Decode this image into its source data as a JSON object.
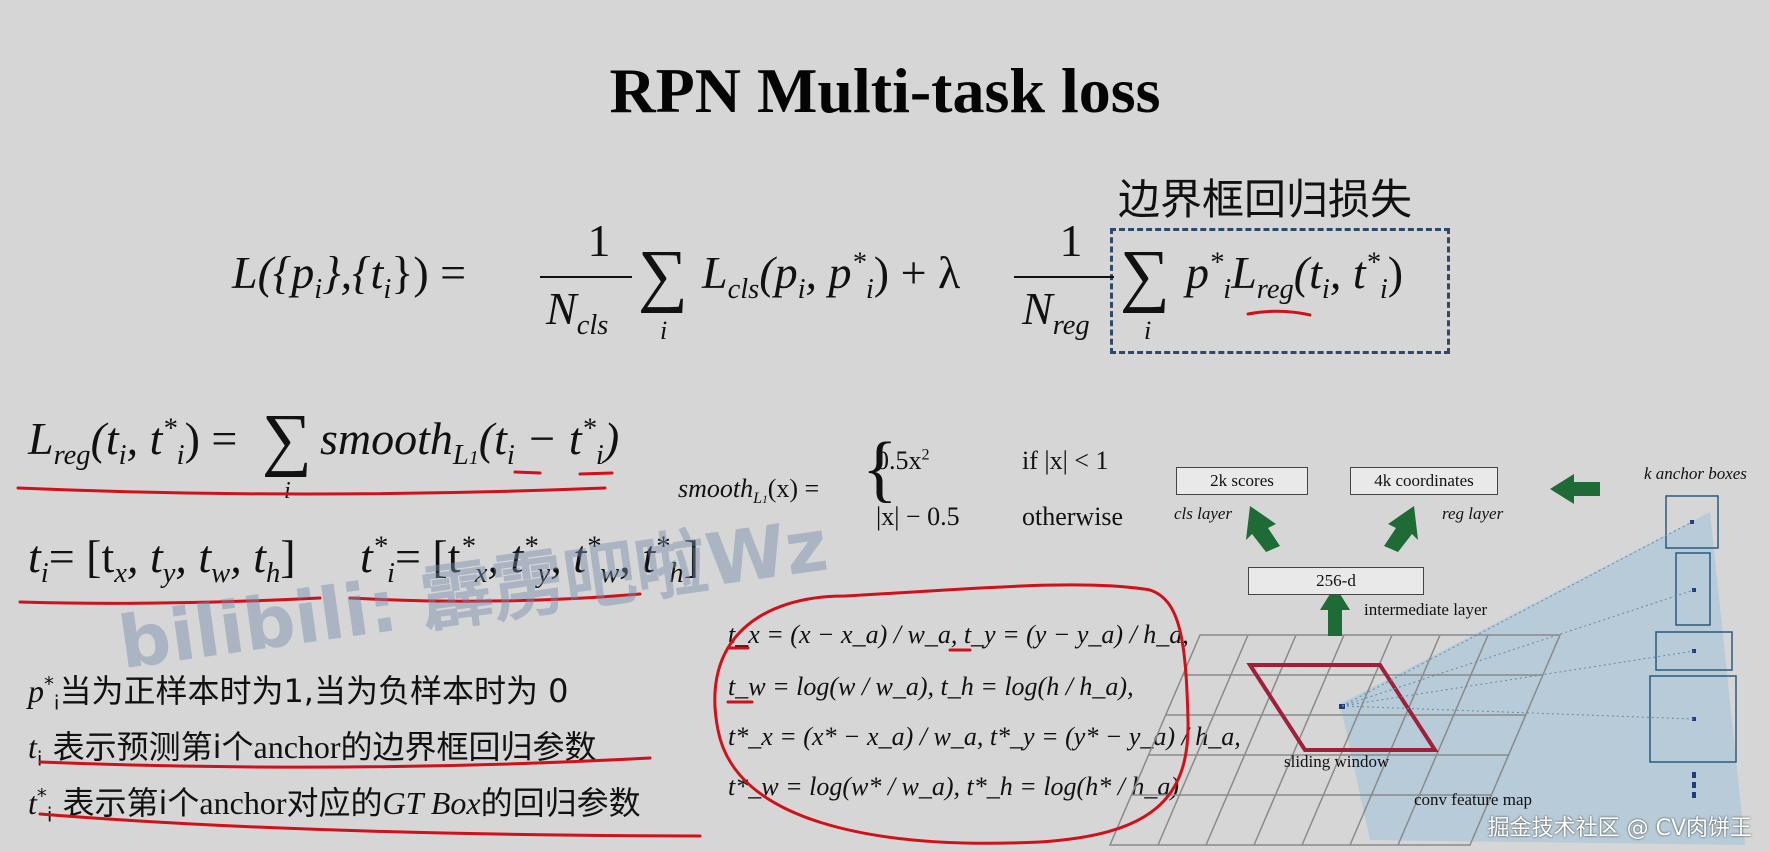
{
  "slide": {
    "title": "RPN Multi-task loss",
    "bbox_regression_label": "边界框回归损失"
  },
  "main_formula": {
    "lhs": "L({p",
    "lhs_i1": "i",
    "lhs_mid": "},{t",
    "lhs_i2": "i",
    "lhs_end": "}) =",
    "frac1_num": "1",
    "frac1_den": "N",
    "frac1_den_sub": "cls",
    "sum1": "∑",
    "sum1_sub": "i",
    "lcls": "L",
    "lcls_sub": "cls",
    "lcls_args": "(p",
    "lcls_args_i": "i",
    "lcls_args_mid": ", p",
    "lcls_args_star": "*",
    "lcls_args_i2": "i",
    "lcls_args_end": ") + λ",
    "frac2_num": "1",
    "frac2_den": "N",
    "frac2_den_sub": "reg",
    "sum2": "∑",
    "sum2_sub": "i",
    "p": "p",
    "p_star": "*",
    "p_i": "i",
    "lreg": "L",
    "lreg_sub": "reg",
    "lreg_args": "(t",
    "lreg_args_i": "i",
    "lreg_args_mid": ", t",
    "lreg_args_star": "*",
    "lreg_args_i2": "i",
    "lreg_args_end": ")"
  },
  "lreg_formula": {
    "lhs": "L",
    "lhs_sub": "reg",
    "args": "(t",
    "args_i": "i",
    "args_mid": ", t",
    "args_star": "*",
    "args_i2": "i",
    "args_end": ") =",
    "sum": "∑",
    "sum_sub": "i",
    "smooth": "smooth",
    "smooth_sub": "L",
    "smooth_sub2": "1",
    "smooth_args": "(t",
    "smooth_args_i": "i",
    "smooth_args_mid": " − t",
    "smooth_args_star": "*",
    "smooth_args_i2": "i",
    "smooth_args_end": ")"
  },
  "smooth_def": {
    "lhs": "smooth",
    "lhs_sub": "L",
    "lhs_sub2": "1",
    "lhs_args": "(x) =",
    "case1_expr": "0.5x",
    "case1_sup": "2",
    "case1_cond": "if |x| < 1",
    "case2_expr": "|x| − 0.5",
    "case2_cond": "otherwise"
  },
  "t_vectors": {
    "t_lhs": "t",
    "t_sub": "i",
    "t_rhs": "= [t",
    "tx": "x",
    "ty": "y",
    "tw": "w",
    "th": "h",
    "comma_t": ", t",
    "close": "]",
    "ts_lhs": "t",
    "ts_star": "*",
    "ts_sub": "i"
  },
  "param_formulas": {
    "line1": "t_x = (x − x_a) / w_a,  t_y = (y − y_a) / h_a,",
    "line2": "t_w = log(w / w_a),  t_h = log(h / h_a),",
    "line3": "t*_x = (x* − x_a) / w_a, t*_y = (y* − y_a) / h_a,",
    "line4": "t*_w = log(w* / w_a),  t*_h = log(h* / h_a)"
  },
  "descriptions": {
    "d1_sym": "p",
    "d1_star": "*",
    "d1_sub": "i",
    "d1_text": "当为正样本时为1,当为负样本时为 0",
    "d2_sym": "t",
    "d2_sub": "i",
    "d2_text_a": " 表示预测第i个",
    "d2_anchor": "anchor",
    "d2_text_b": "的边界框回归参数",
    "d3_sym": "t",
    "d3_star": "*",
    "d3_sub": "i",
    "d3_text_a": " 表示第i个",
    "d3_anchor": "anchor",
    "d3_text_b": "对应的",
    "d3_gt": "GT Box",
    "d3_text_c": "的回归参数"
  },
  "diagram": {
    "scores": "2k scores",
    "coordinates": "4k coordinates",
    "anchor_boxes": "k anchor boxes",
    "cls_layer": "cls layer",
    "reg_layer": "reg layer",
    "d256": "256-d",
    "intermediate": "intermediate layer",
    "sliding": "sliding window",
    "conv_map": "conv feature map"
  },
  "overlay": {
    "watermark": "bilibili:  霹雳吧啦Wz",
    "credit": "掘金技术社区 @ CV肉饼王"
  },
  "colors": {
    "background": "#d6d6d6",
    "annotation_red": "#d0101a",
    "dash_box": "#2e4a6b",
    "arrow_green": "#1e6b35",
    "window_red": "#a0203a",
    "beam_blue": "#9fc3dc"
  }
}
